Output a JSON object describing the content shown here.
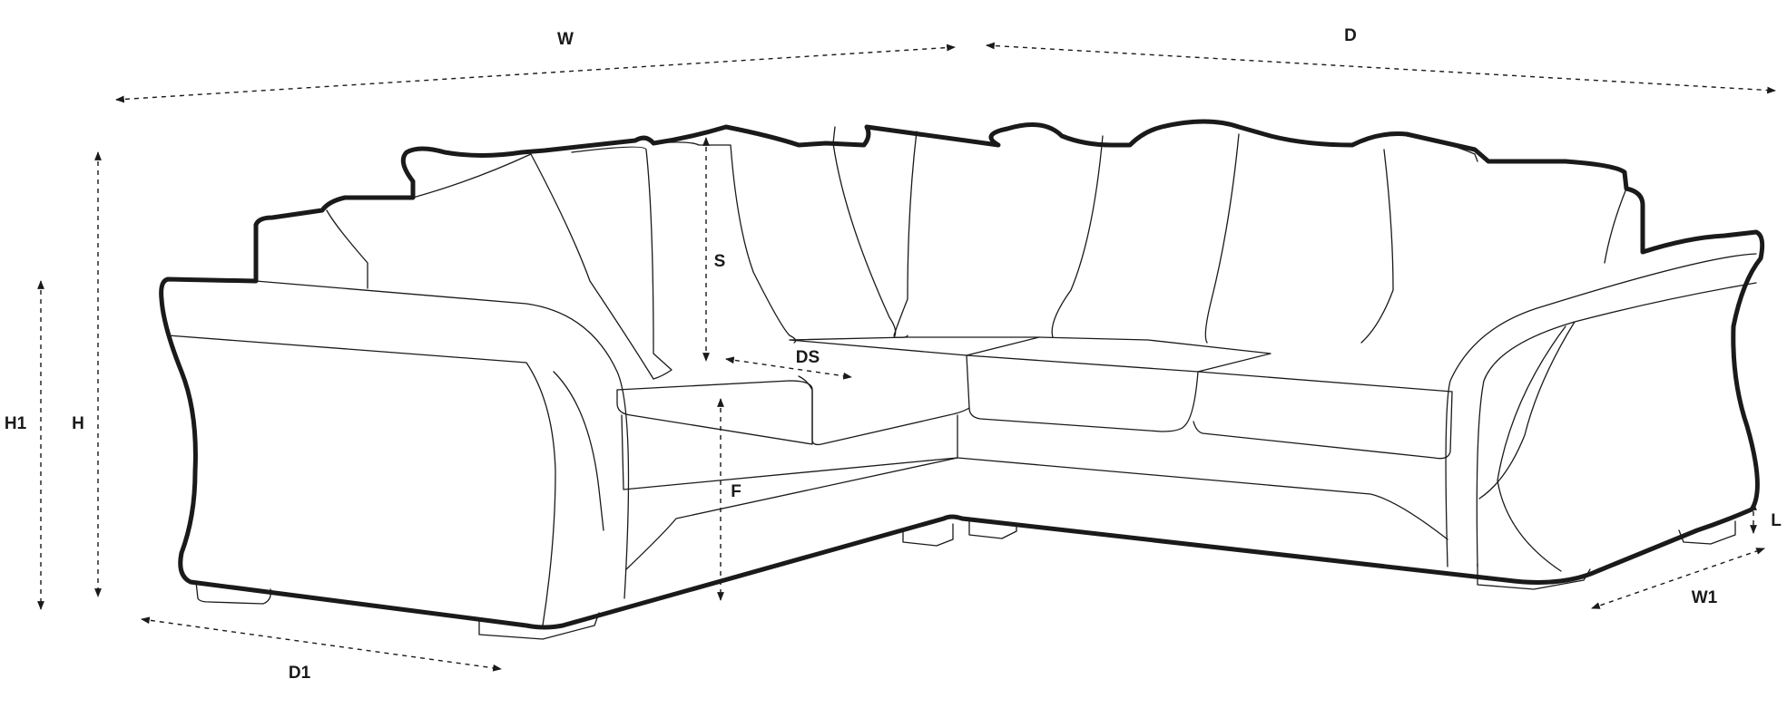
{
  "dimensions": {
    "w": "W",
    "d": "D",
    "h1": "H1",
    "h": "H",
    "s": "S",
    "ds": "DS",
    "f": "F",
    "d1": "D1",
    "w1": "W1",
    "l": "L"
  },
  "colors": {
    "line": "#1a1a1a",
    "background": "#ffffff"
  }
}
